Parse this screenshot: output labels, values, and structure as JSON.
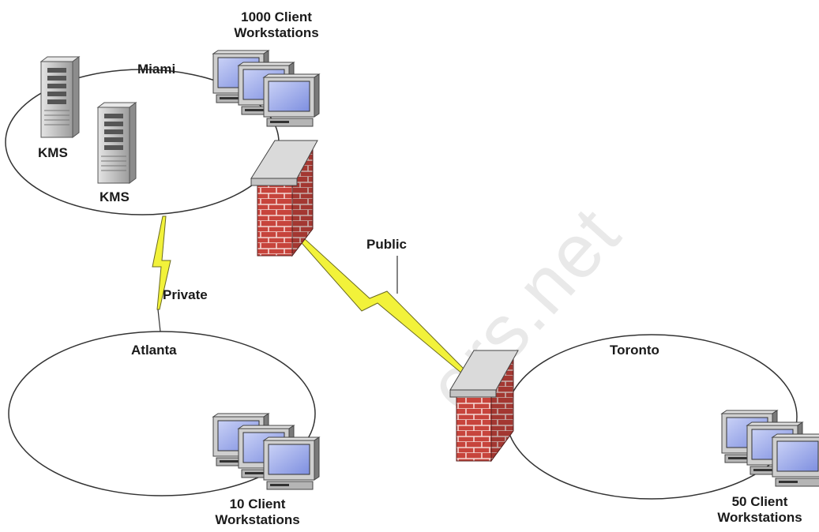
{
  "sites": {
    "miami": {
      "name": "Miami",
      "servers": [
        "KMS",
        "KMS"
      ],
      "clients": "1000 Client Workstations",
      "clients_line1": "1000 Client",
      "clients_line2": "Workstations"
    },
    "atlanta": {
      "name": "Atlanta",
      "clients_line1": "10 Client",
      "clients_line2": "Workstations"
    },
    "toronto": {
      "name": "Toronto",
      "clients_line1": "50 Client",
      "clients_line2": "Workstations"
    }
  },
  "links": {
    "private": "Private",
    "public": "Public"
  },
  "watermark": "ers.net",
  "colors": {
    "ellipse_stroke": "#333333",
    "brick": "#c7443c",
    "mortar": "#f4d8d4",
    "wall_cap": "#d8d8d8",
    "lightning": "#f2f23a",
    "screen": "#8a9ee6",
    "server": "#c8c8c8"
  }
}
